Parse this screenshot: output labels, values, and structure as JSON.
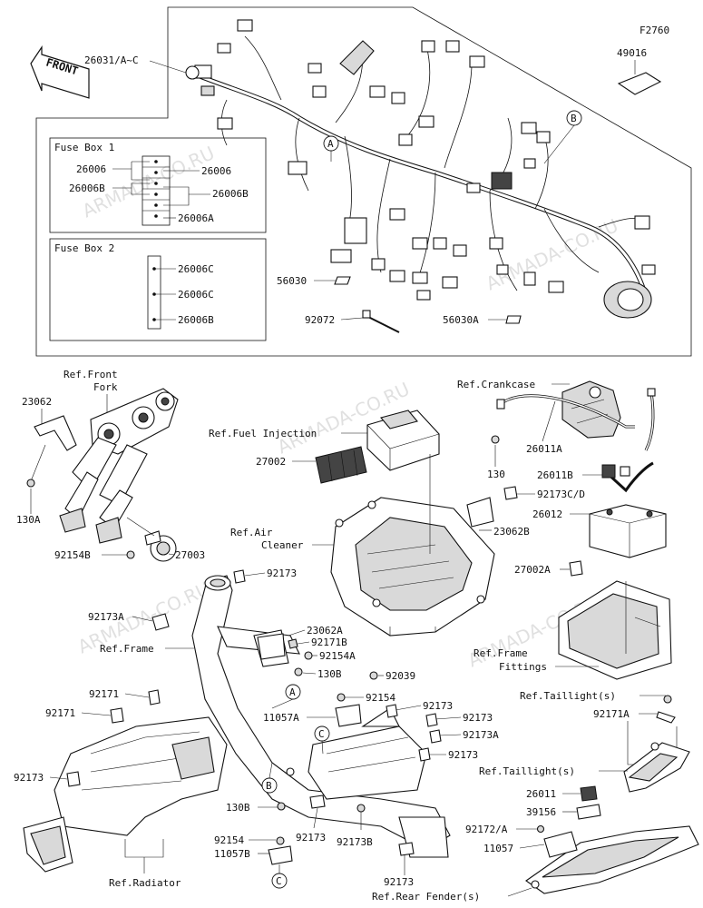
{
  "figure_code": "F2760",
  "front_arrow": "FRONT",
  "watermark": "ARMADA-CO.RU",
  "fuse_box_1": {
    "title": "Fuse Box 1",
    "labels": [
      "26006",
      "26006",
      "26006B",
      "26006B",
      "26006A"
    ]
  },
  "fuse_box_2": {
    "title": "Fuse Box 2",
    "labels": [
      "26006C",
      "26006C",
      "26006B"
    ]
  },
  "callouts": {
    "A": "A",
    "B": "B",
    "C": "C"
  },
  "parts": {
    "p49016": "49016",
    "p26031": "26031/A~C",
    "p56030": "56030",
    "p92072": "92072",
    "p56030A": "56030A",
    "p23062": "23062",
    "p130A": "130A",
    "p92154B": "92154B",
    "p27003": "27003",
    "p27002": "27002",
    "p130": "130",
    "p26011A": "26011A",
    "p26011B": "26011B",
    "p92173CD": "92173C/D",
    "p23062B": "23062B",
    "p26012": "26012",
    "p27002A": "27002A",
    "p92173_1": "92173",
    "p92173A_1": "92173A",
    "p23062A": "23062A",
    "p92171B": "92171B",
    "p92154A": "92154A",
    "p130B_1": "130B",
    "p92039": "92039",
    "p92171_1": "92171",
    "p92171_2": "92171",
    "p11057A": "11057A",
    "p92154_1": "92154",
    "p92173_2": "92173",
    "p92173_3": "92173",
    "p92173A_2": "92173A",
    "p92173_4": "92173",
    "p92173_5": "92173",
    "p130B_2": "130B",
    "p92173_6": "92173",
    "p92173B": "92173B",
    "p92154_2": "92154",
    "p11057B": "11057B",
    "p92173_7": "92173",
    "p92171A": "92171A",
    "p26011": "26011",
    "p39156": "39156",
    "p92172A": "92172/A",
    "p11057": "11057"
  },
  "references": {
    "front_fork": "Ref.Front",
    "front_fork_2": "Fork",
    "crankcase": "Ref.Crankcase",
    "fuel_injection": "Ref.Fuel Injection",
    "air_cleaner": "Ref.Air",
    "air_cleaner_2": "Cleaner",
    "frame": "Ref.Frame",
    "frame_fittings": "Ref.Frame",
    "frame_fittings_2": "Fittings",
    "taillight_1": "Ref.Taillight(s)",
    "taillight_2": "Ref.Taillight(s)",
    "radiator": "Ref.Radiator",
    "rear_fender": "Ref.Rear Fender(s)"
  }
}
